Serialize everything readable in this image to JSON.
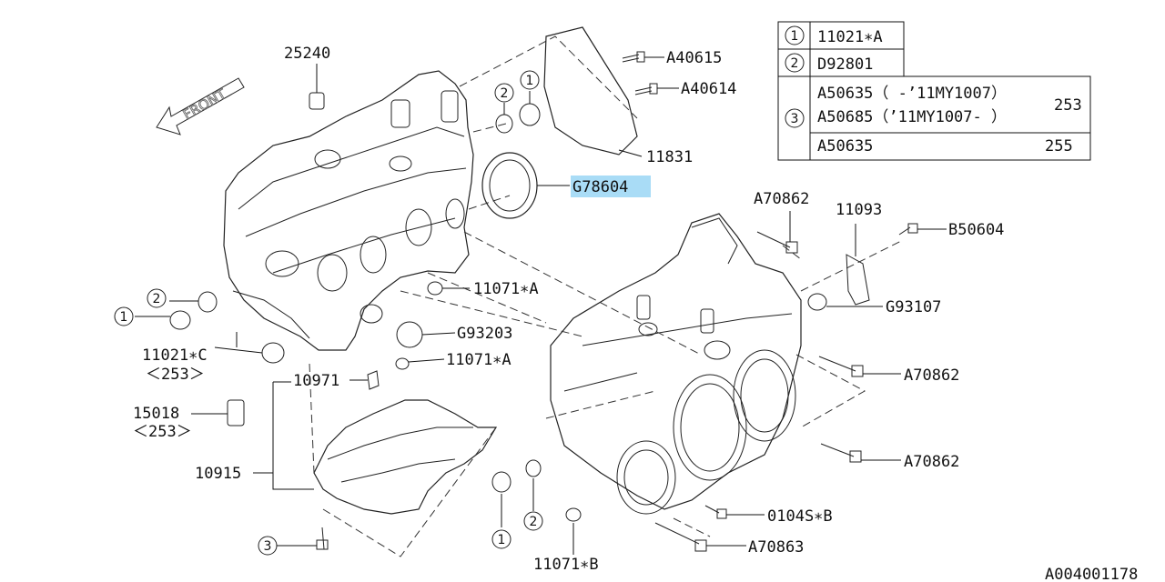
{
  "diagram_id": "A004001178",
  "front_label": "FRONT",
  "highlight_color": "#a9dcf6",
  "table": {
    "rows": [
      {
        "ref": "1",
        "part": "11021∗A"
      },
      {
        "ref": "2",
        "part": "D92801"
      },
      {
        "ref": "3",
        "line1": "A50635（ -’11MY1007）",
        "line2": "A50685（’11MY1007- ）",
        "qty_a": "253",
        "line3": "A50635",
        "qty_b": "255"
      }
    ]
  },
  "callouts": {
    "p25240": "25240",
    "a40615": "A40615",
    "a40614": "A40614",
    "p11831": "11831",
    "g78604": "G78604",
    "a70862_top": "A70862",
    "p11093": "11093",
    "b50604": "B50604",
    "p11071a_1": "11071∗A",
    "g93107": "G93107",
    "g93203": "G93203",
    "p11071a_2": "11071∗A",
    "p11021c": "11021∗C",
    "p11021c_qty": "＜253＞",
    "p10971": "10971",
    "p15018": "15018",
    "p15018_qty": "＜253＞",
    "p10915": "10915",
    "a70862_mid": "A70862",
    "a70862_low": "A70862",
    "p0104s": "0104S∗B",
    "a70863": "A70863",
    "p11071b": "11071∗B"
  },
  "ref_markers": {
    "r1": "1",
    "r2": "2",
    "r3": "3"
  }
}
